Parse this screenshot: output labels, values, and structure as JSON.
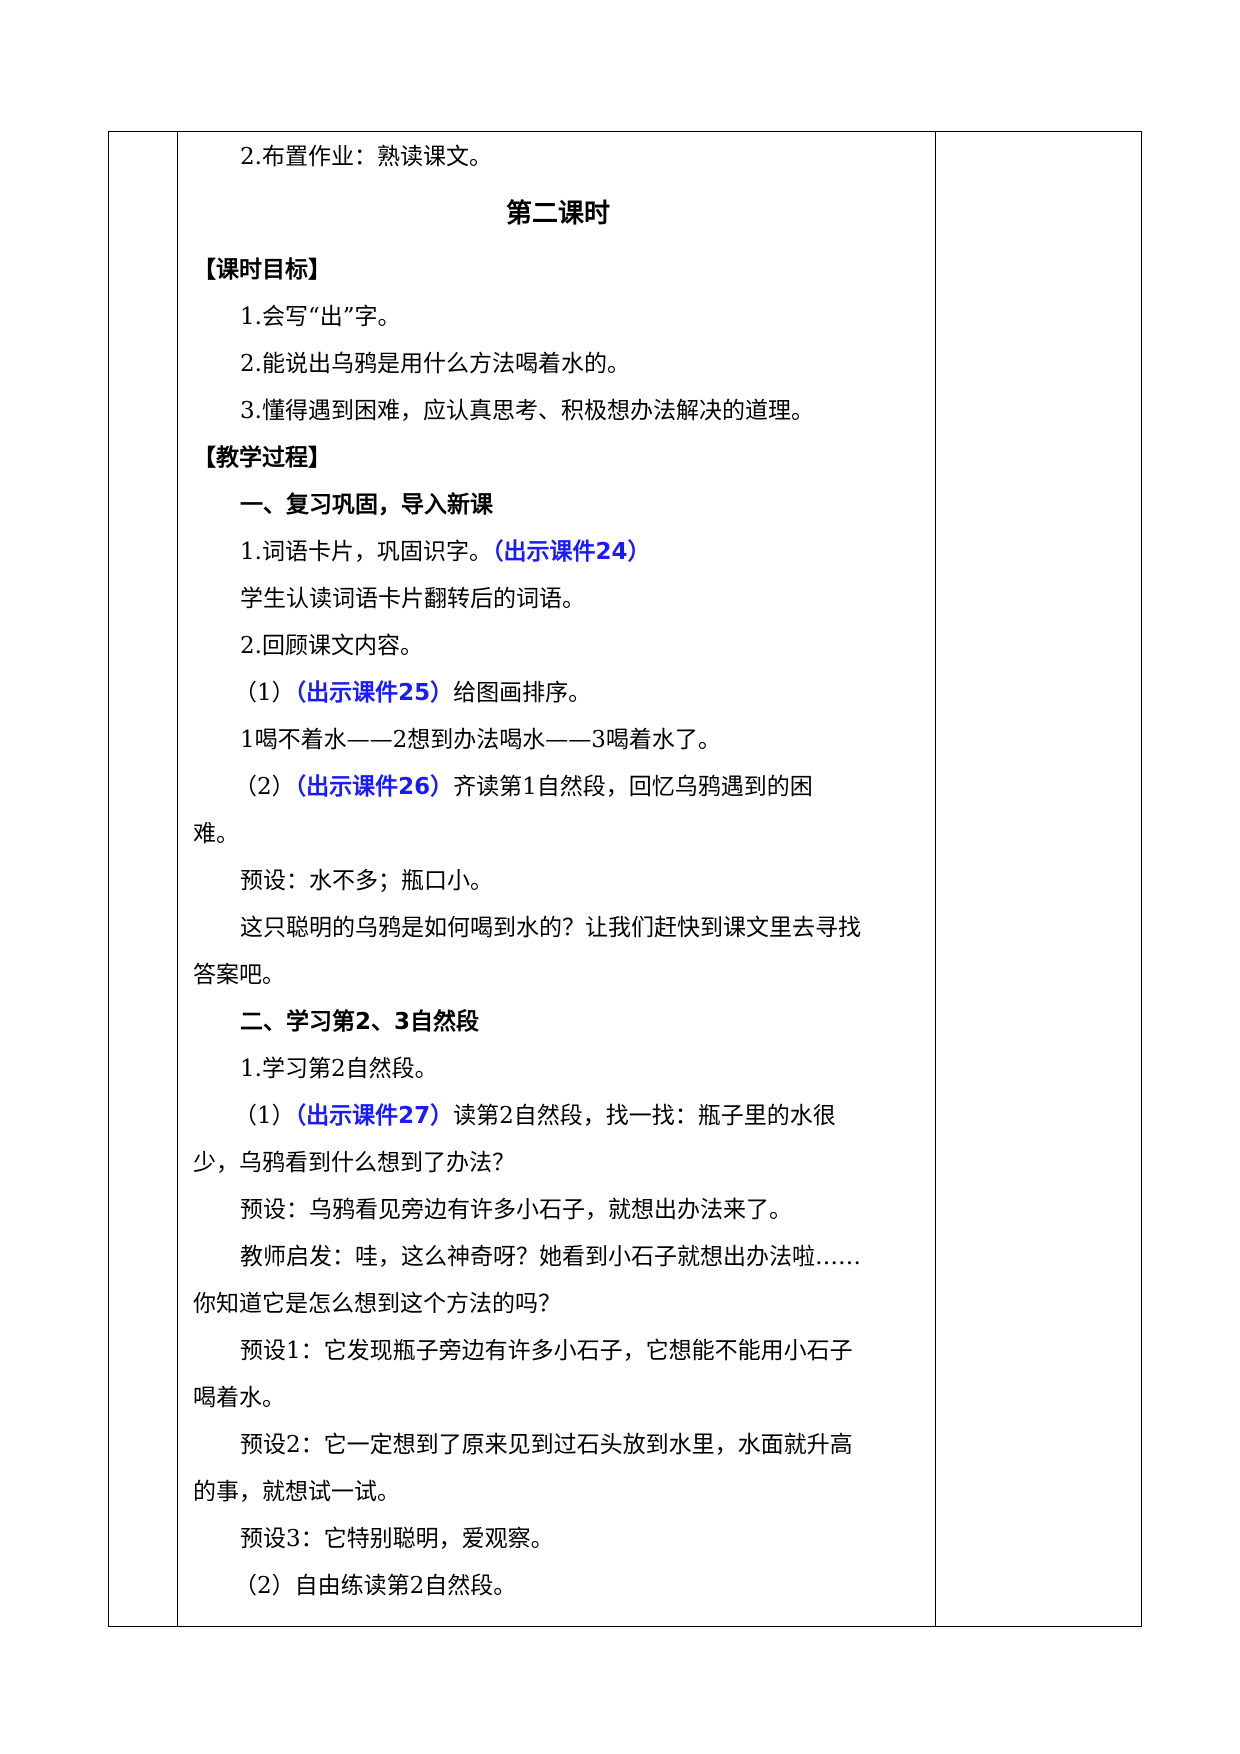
{
  "lines": {
    "l1": "2.布置作业：熟读课文。",
    "heading": "第二课时",
    "goal_title": "【课时目标】",
    "goal1": "1.会写“出”字。",
    "goal2": "2.能说出乌鸦是用什么方法喝着水的。",
    "goal3": "3.懂得遇到困难，应认真思考、积极想办法解决的道理。",
    "process_title": "【教学过程】",
    "sec1": "一、复习巩固，导入新课",
    "s1_item1": "1.词语卡片，巩固识字。",
    "s1_item1_ref": "（出示课件24）",
    "s1_item1_text": "学生认读词语卡片翻转后的词语。",
    "s1_item2": "2.回顾课文内容。",
    "s1_sub1_num": "（1）",
    "s1_sub1_ref": "（出示课件25）",
    "s1_sub1_text": "给图画排序。",
    "s1_order": "1喝不着水——2想到办法喝水——3喝着水了。",
    "s1_sub2_num": "（2）",
    "s1_sub2_ref": "（出示课件26）",
    "s1_sub2_text_a": "齐读第1自然段，回忆乌鸦遇到的困",
    "s1_sub2_text_b": "难。",
    "s1_preset": "预设：水不多；瓶口小。",
    "s1_bridge_a": "这只聪明的乌鸦是如何喝到水的？让我们赶快到课文里去寻找",
    "s1_bridge_b": "答案吧。",
    "sec2": "二、学习第2、3自然段",
    "s2_item1": "1.学习第2自然段。",
    "s2_sub1_num": "（1）",
    "s2_sub1_ref": "（出示课件27）",
    "s2_sub1_text_a": "读第2自然段，找一找：瓶子里的水很",
    "s2_sub1_text_b": "少，乌鸦看到什么想到了办法？",
    "s2_preset": "预设：乌鸦看见旁边有许多小石子，就想出办法来了。",
    "s2_teacher_a": "教师启发：哇，这么神奇呀？她看到小石子就想出办法啦……",
    "s2_teacher_b": "你知道它是怎么想到这个方法的吗？",
    "s2_p1_a": "预设1：它发现瓶子旁边有许多小石子，它想能不能用小石子",
    "s2_p1_b": "喝着水。",
    "s2_p2_a": "预设2：它一定想到了原来见到过石头放到水里，水面就升高",
    "s2_p2_b": "的事，就想试一试。",
    "s2_p3": "预设3：它特别聪明，爱观察。",
    "s2_sub2": "（2）自由练读第2自然段。"
  },
  "colors": {
    "reference": "#1a1aff"
  }
}
